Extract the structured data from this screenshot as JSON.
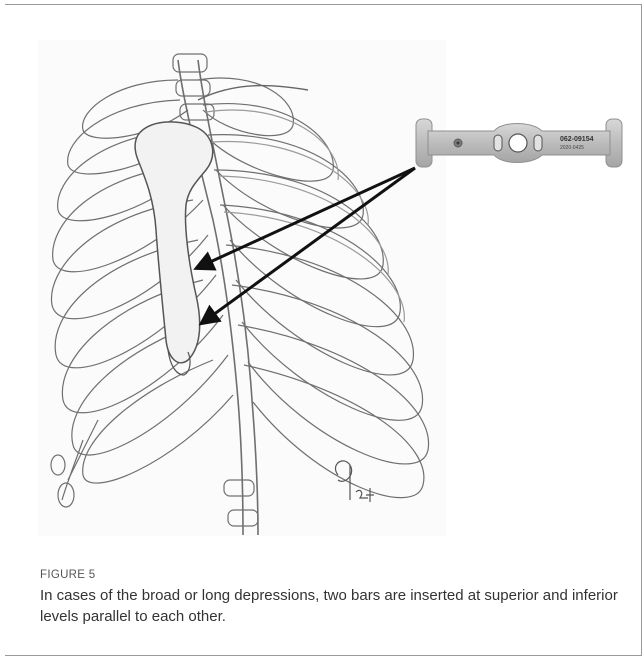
{
  "figure": {
    "label": "FIGURE 5",
    "caption": "In cases of the broad or long depressions, two bars are inserted at superior and inferior levels parallel to each other."
  },
  "device": {
    "serial": "062-09154",
    "lot": "2020-0425"
  },
  "illustration": {
    "subject": "rib cage and sternum pencil sketch",
    "signature": "GT 24"
  },
  "arrows": {
    "count": 2,
    "color": "#111111"
  }
}
